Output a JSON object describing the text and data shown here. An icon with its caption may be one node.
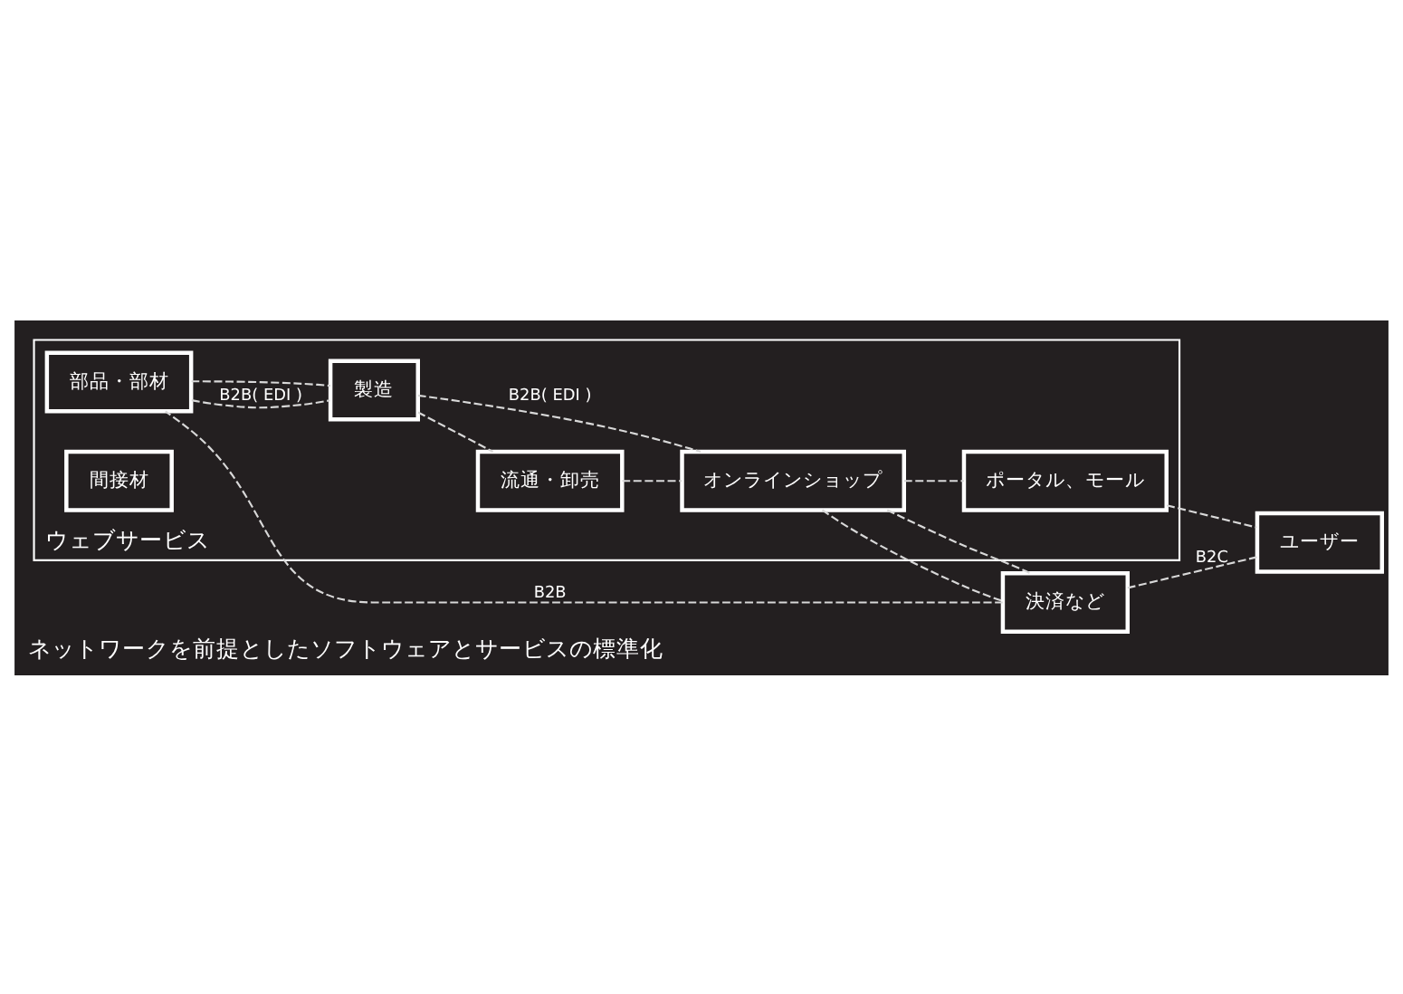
{
  "diagram": {
    "caption": "ネットワークを前提としたソフトウェアとサービスの標準化",
    "nodes": [
      {
        "text": [
          "ウェブサービス"
        ]
      },
      {
        "text": [
          "部品・部材"
        ],
        "in": 0
      },
      {
        "text": [
          "製造"
        ],
        "in": 0
      },
      {
        "text": [
          "流通・卸売"
        ],
        "in": 0
      },
      {
        "text": [
          "オンラインショップ"
        ],
        "in": 0
      },
      {
        "text": [
          "ポータル、モール"
        ],
        "in": 0
      },
      {
        "text": [
          "ユーザー"
        ]
      },
      {
        "text": [
          "間接材"
        ],
        "in": 0
      },
      {
        "text": [
          "決済など"
        ]
      }
    ],
    "edges": [
      {
        "from": 1,
        "to": 2,
        "arrow": "none",
        "style": "dashed",
        "label": "B2B( EDI )"
      },
      {
        "from": 1,
        "to": 2,
        "arrow": "none",
        "style": "dashed"
      },
      {
        "from": 2,
        "to": 4,
        "arrow": "none",
        "style": "dashed",
        "label": "B2B( EDI )"
      },
      {
        "from": 2,
        "to": 3,
        "arrow": "none",
        "style": "dashed"
      },
      {
        "from": 3,
        "to": 4,
        "arrow": "none",
        "style": "dashed"
      },
      {
        "from": 4,
        "to": 5,
        "arrow": "none",
        "style": "dashed"
      },
      {
        "from": 5,
        "to": 6,
        "arrow": "none",
        "style": "dashed"
      },
      {
        "from": 4,
        "to": 8,
        "arrow": "none",
        "style": "dashed"
      },
      {
        "from": 4,
        "to": 8,
        "arrow": "none",
        "style": "dashed"
      },
      {
        "from": 8,
        "to": 1,
        "arrow": "none",
        "style": "dashed",
        "label": "B2B"
      },
      {
        "from": 8,
        "to": 6,
        "arrow": "none",
        "style": "dashed",
        "label": "B2C"
      }
    ]
  }
}
